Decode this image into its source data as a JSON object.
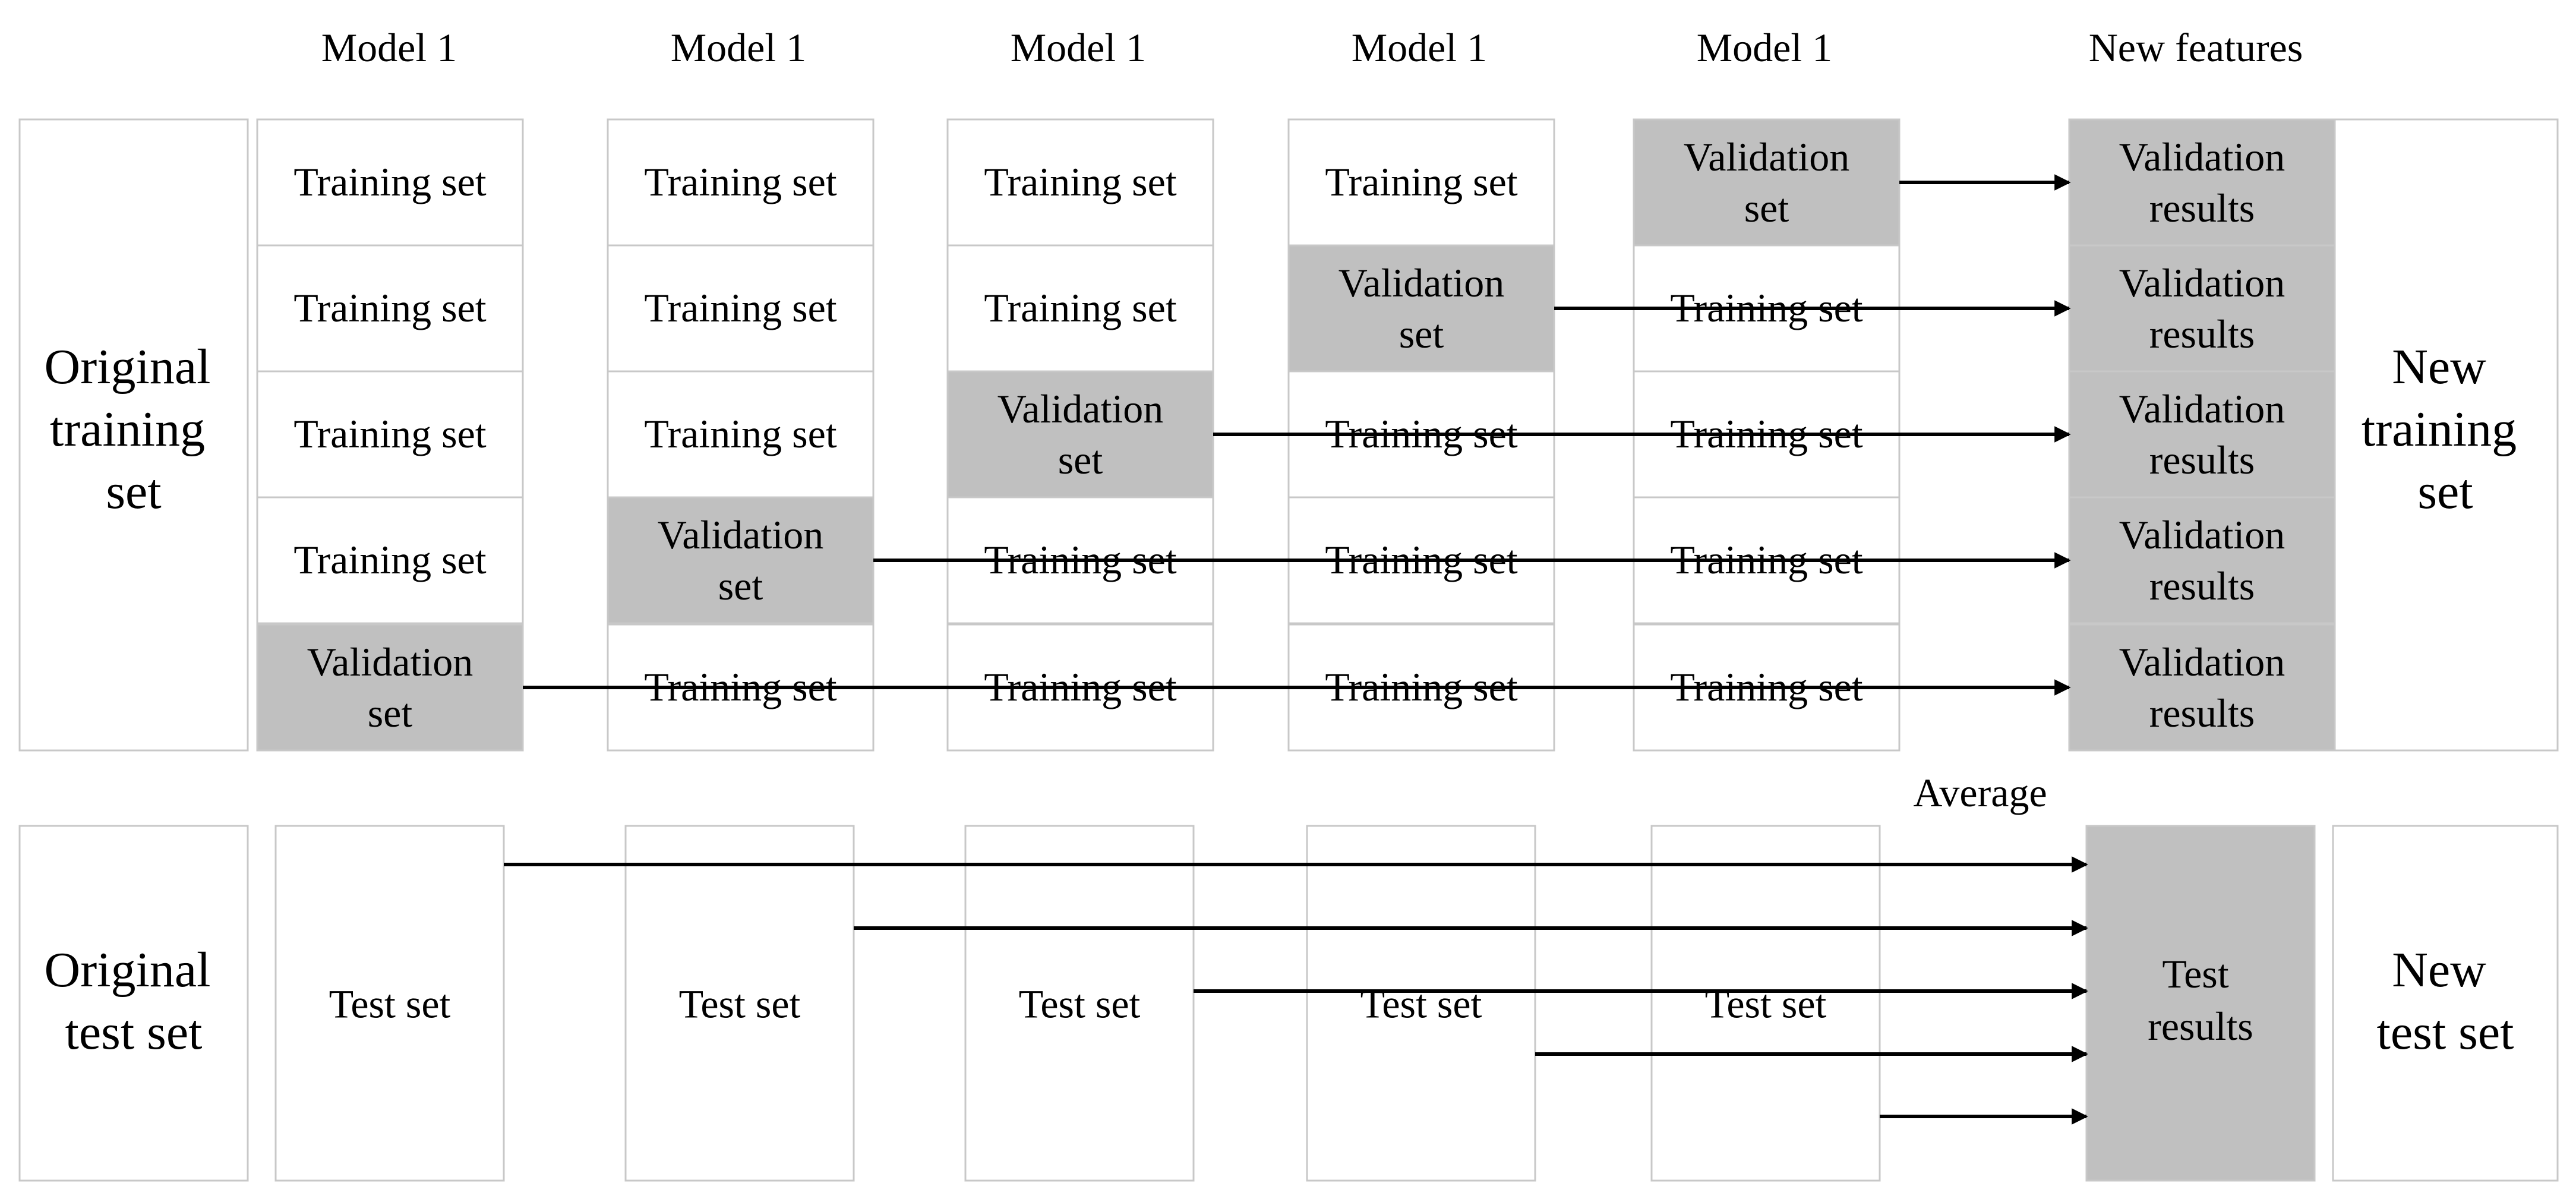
{
  "header": {
    "columns": [
      "Model 1",
      "Model 1",
      "Model 1",
      "Model 1",
      "Model 1"
    ],
    "new_features": "New features",
    "average": "Average"
  },
  "left": {
    "train": [
      "Original",
      "training",
      "set"
    ],
    "test": [
      "Original",
      "test set"
    ]
  },
  "right": {
    "train": [
      "New",
      "training",
      "set"
    ],
    "test": [
      "New",
      "test set"
    ]
  },
  "cells": {
    "training_set": "Training set",
    "validation_set": [
      "Validation",
      "set"
    ],
    "test_set": "Test set"
  },
  "results": {
    "validation": [
      "Validation",
      "results"
    ],
    "test": [
      "Test",
      "results"
    ]
  },
  "folds": 5,
  "colors": {
    "validation_fill": "#c0c0c0",
    "border": "#c8c8c8",
    "arrow": "#000000"
  }
}
